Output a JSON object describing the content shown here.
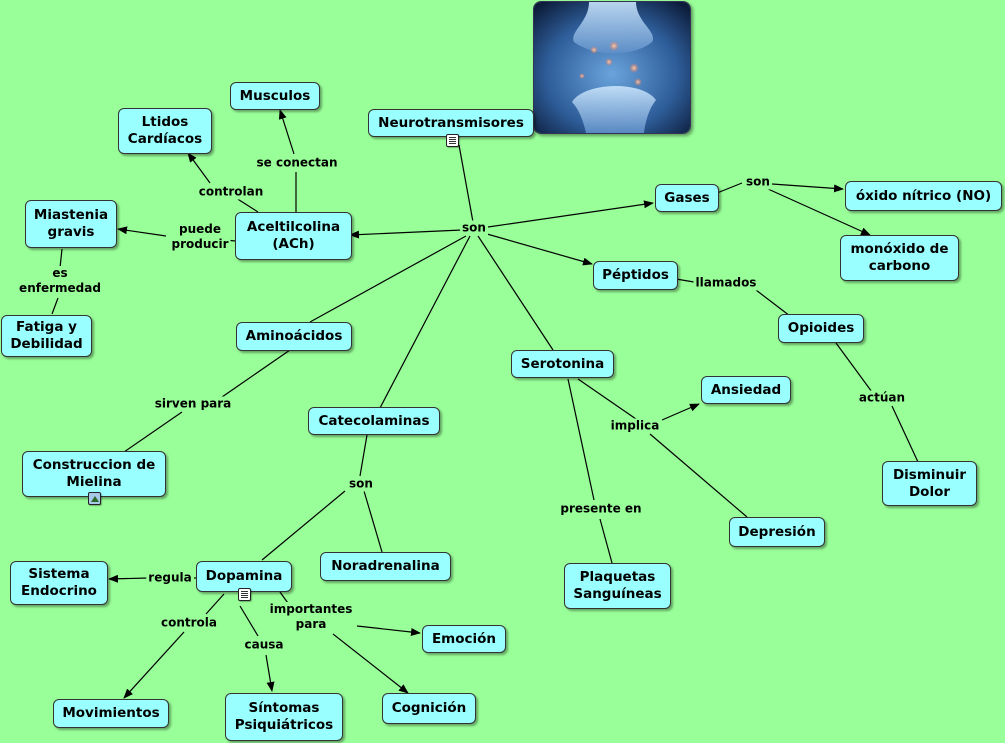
{
  "colors": {
    "background": "#99ff99",
    "node_fill": "#99ffff",
    "node_border": "#333333",
    "line": "#000000"
  },
  "nodes": {
    "neurotransmisores": "Neurotransmisores",
    "musculos": "Musculos",
    "ltidos": "Ltidos\nCardíacos",
    "miastenia": "Miastenia\ngravis",
    "fatiga": "Fatiga y\nDebilidad",
    "aceltilcolina": "Aceltilcolina\n(ACh)",
    "gases": "Gases",
    "oxido": "óxido nítrico (NO)",
    "monoxido": "monóxido de\ncarbono",
    "peptidos": "Péptidos",
    "opioides": "Opioides",
    "disminuir": "Disminuir\nDolor",
    "aminoacidos": "Aminoácidos",
    "construccion": "Construccion de\nMielina",
    "catecolaminas": "Catecolaminas",
    "serotonina": "Serotonina",
    "ansiedad": "Ansiedad",
    "depresion": "Depresión",
    "plaquetas": "Plaquetas\nSanguíneas",
    "sistema": "Sistema\nEndocrino",
    "dopamina": "Dopamina",
    "noradrenalina": "Noradrenalina",
    "emocion": "Emoción",
    "movimientos": "Movimientos",
    "sintomas": "Síntomas\nPsiquiátricos",
    "cognicion": "Cognición"
  },
  "links": {
    "son_main": "son",
    "se_conectan": "se conectan",
    "controlan": "controlan",
    "puede_producir": "puede\nproducir",
    "es_enfermedad": "es\nenfermedad",
    "son_gases": "son",
    "llamados": "llamados",
    "actuan": "actúan",
    "sirven_para": "sirven para",
    "son_cat": "son",
    "implica": "implica",
    "presente_en": "presente en",
    "regula": "regula",
    "controla": "controla",
    "causa": "causa",
    "importantes_para": "importantes\npara"
  },
  "icons": {
    "neurotransmisores_resource": "document-icon",
    "construccion_resource": "image-icon",
    "dopamina_resource": "document-icon"
  }
}
